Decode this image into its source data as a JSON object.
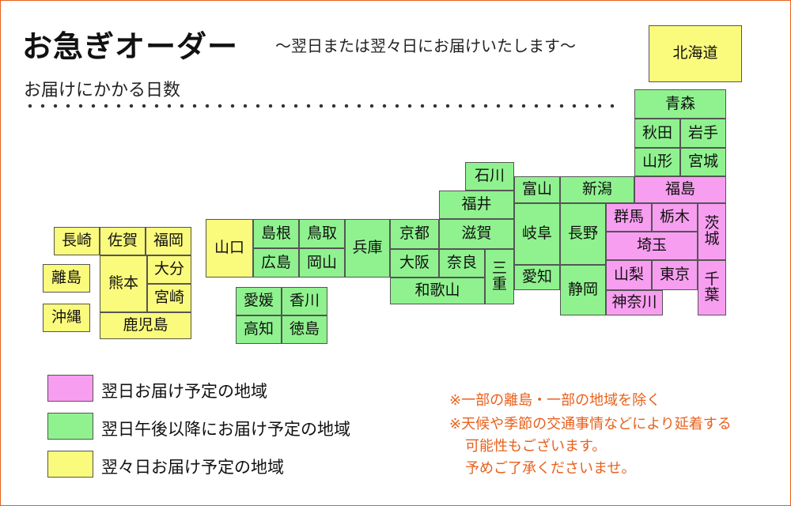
{
  "title": "お急ぎオーダー",
  "subtitle": "～翌日または翌々日にお届けいたします～",
  "heading": "お届けにかかる日数",
  "colors": {
    "next_day": "#f79ef0",
    "next_day_afternoon": "#8ff28f",
    "two_days": "#fafa7c",
    "note": "#e8601c"
  },
  "prefectures": {
    "hokkaido": "北海道",
    "aomori": "青森",
    "akita": "秋田",
    "iwate": "岩手",
    "yamagata": "山形",
    "miyagi": "宮城",
    "fukushima": "福島",
    "niigata": "新潟",
    "toyama": "富山",
    "ishikawa": "石川",
    "fukui": "福井",
    "gunma": "群馬",
    "tochigi": "栃木",
    "ibaraki": "茨城",
    "saitama": "埼玉",
    "nagano": "長野",
    "gifu": "岐阜",
    "shiga": "滋賀",
    "kyoto": "京都",
    "hyogo": "兵庫",
    "tottori": "鳥取",
    "shimane": "島根",
    "yamaguchi": "山口",
    "hiroshima": "広島",
    "okayama": "岡山",
    "osaka": "大阪",
    "nara": "奈良",
    "mie": "三重",
    "aichi": "愛知",
    "shizuoka": "静岡",
    "yamanashi": "山梨",
    "tokyo": "東京",
    "chiba": "千葉",
    "kanagawa": "神奈川",
    "wakayama": "和歌山",
    "ehime": "愛媛",
    "kagawa": "香川",
    "kochi": "高知",
    "tokushima": "徳島",
    "nagasaki": "長崎",
    "saga": "佐賀",
    "fukuoka": "福岡",
    "oita": "大分",
    "kumamoto": "熊本",
    "miyazaki": "宮崎",
    "kagoshima": "鹿児島",
    "ritou": "離島",
    "okinawa": "沖縄"
  },
  "legend": [
    {
      "label": "翌日お届け予定の地域",
      "color": "pink"
    },
    {
      "label": "翌日午後以降にお届け予定の地域",
      "color": "green"
    },
    {
      "label": "翌々日お届け予定の地域",
      "color": "yellow"
    }
  ],
  "notes": [
    "※一部の離島・一部の地域を除く",
    "※天候や季節の交通事情などにより延着する",
    "可能性もございます。",
    "予めご了承くださいませ。"
  ]
}
